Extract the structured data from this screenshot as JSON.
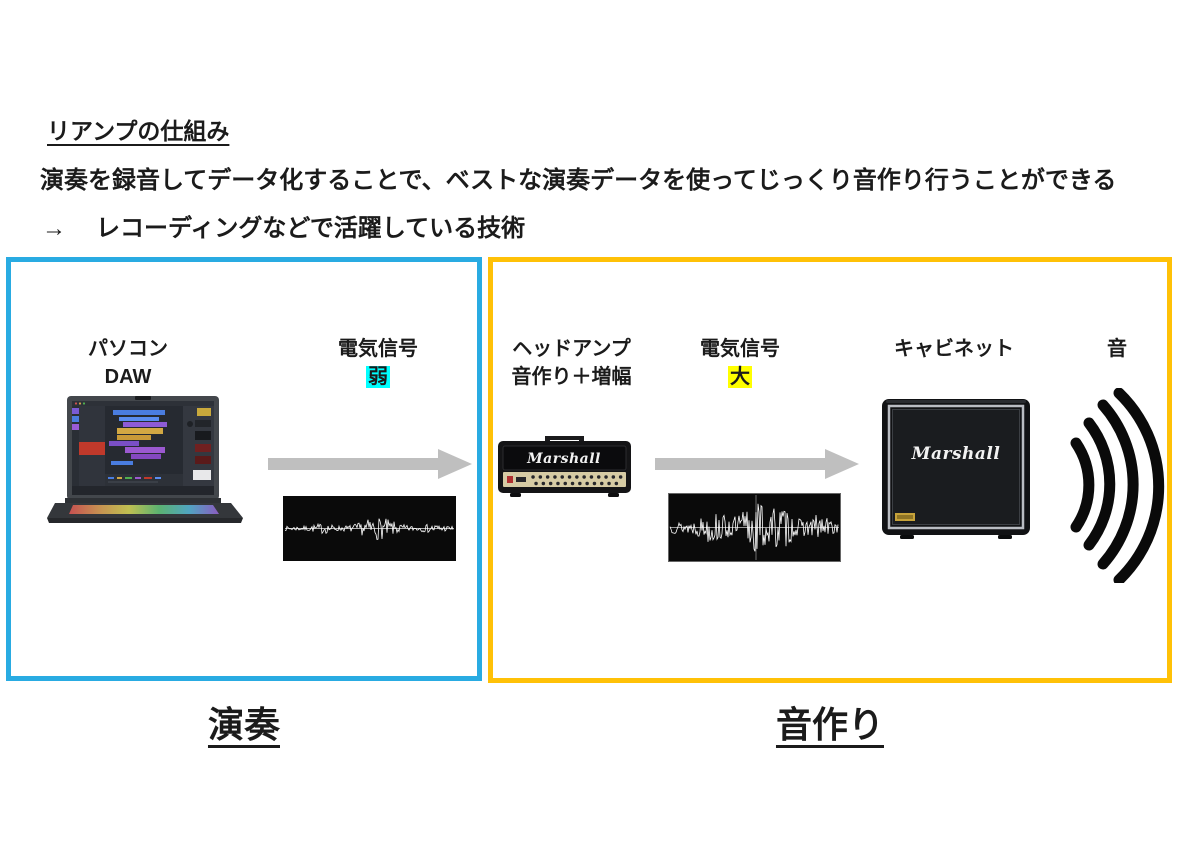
{
  "header": {
    "title": "リアンプの仕組み",
    "description": "演奏を録音してデータ化することで、ベストな演奏データを使ってじっくり音作り行うことができる",
    "note_arrow": "→",
    "note_text": "レコーディングなどで活躍している技術"
  },
  "performance": {
    "box_label": "演奏",
    "pc_label_line1": "パソコン",
    "pc_label_line2": "DAW",
    "signal_label": "電気信号",
    "signal_level": "弱"
  },
  "soundmaking": {
    "box_label": "音作り",
    "amp_label_line1": "ヘッドアンプ",
    "amp_label_line2": "音作り＋増幅",
    "signal_label": "電気信号",
    "signal_level": "大",
    "cabinet_label": "キャビネット",
    "sound_label": "音",
    "amp_brand": "Marshall",
    "cabinet_brand": "Marshall"
  },
  "colors": {
    "performance_border": "#29ABE2",
    "soundmaking_border": "#FFC107",
    "weak_highlight": "#00FFFF",
    "big_highlight": "#FFFF00",
    "arrow_gray": "#BFBFBF"
  },
  "icons": {
    "laptop": "laptop-daw-image",
    "head_amp": "guitar-head-amp-image",
    "cabinet": "speaker-cabinet-image",
    "sound_waves": "sound-waves-icon",
    "arrow": "right-arrow-icon",
    "waveform_weak": "weak-signal-waveform",
    "waveform_big": "big-signal-waveform"
  }
}
